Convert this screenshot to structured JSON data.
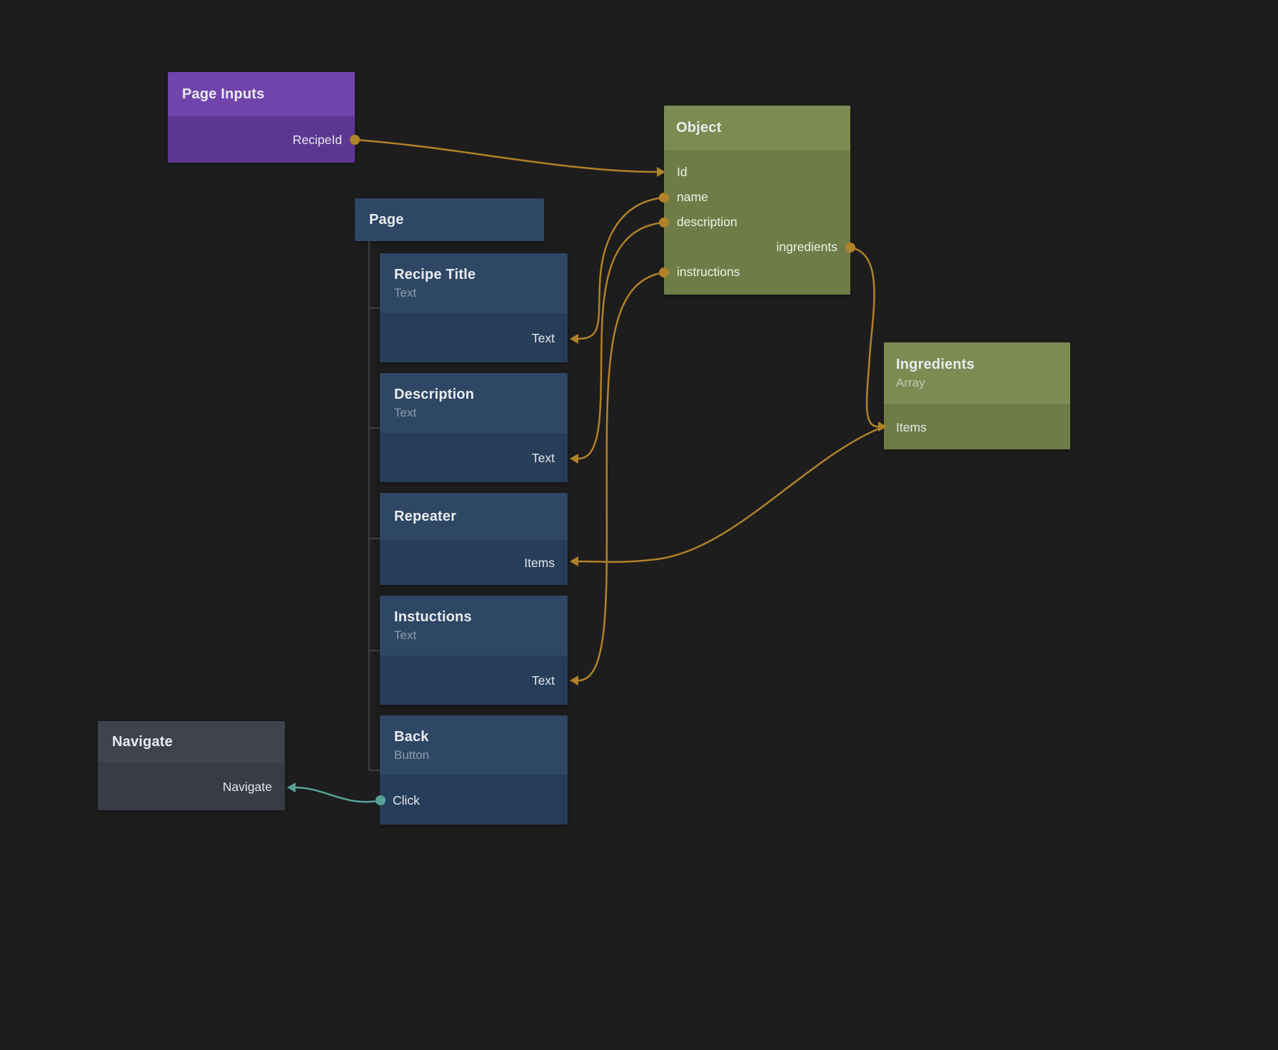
{
  "editor": {
    "background": "#1d1d1d",
    "wire_color": "#b08229",
    "signal_wire_color": "#56a396",
    "node_colors": {
      "inputs": "#7144ab",
      "visual": "#2e4765",
      "data": "#7d8a52",
      "action": "#3e434e"
    }
  },
  "nodes": {
    "page_inputs": {
      "title": "Page Inputs",
      "ports": {
        "recipe_id": "RecipeId"
      }
    },
    "page": {
      "title": "Page"
    },
    "recipe_title": {
      "title": "Recipe Title",
      "subtitle": "Text",
      "ports": {
        "text": "Text"
      }
    },
    "description": {
      "title": "Description",
      "subtitle": "Text",
      "ports": {
        "text": "Text"
      }
    },
    "repeater": {
      "title": "Repeater",
      "ports": {
        "items": "Items"
      }
    },
    "instuctions": {
      "title": "Instuctions",
      "subtitle": "Text",
      "ports": {
        "text": "Text"
      }
    },
    "back": {
      "title": "Back",
      "subtitle": "Button",
      "ports": {
        "click": "Click"
      }
    },
    "object": {
      "title": "Object",
      "ports": {
        "id": "Id",
        "name": "name",
        "description": "description",
        "ingredients": "ingredients",
        "instructions": "instructions"
      }
    },
    "ingredients": {
      "title": "Ingredients",
      "subtitle": "Array",
      "ports": {
        "items": "Items"
      }
    },
    "navigate": {
      "title": "Navigate",
      "ports": {
        "navigate": "Navigate"
      }
    }
  }
}
